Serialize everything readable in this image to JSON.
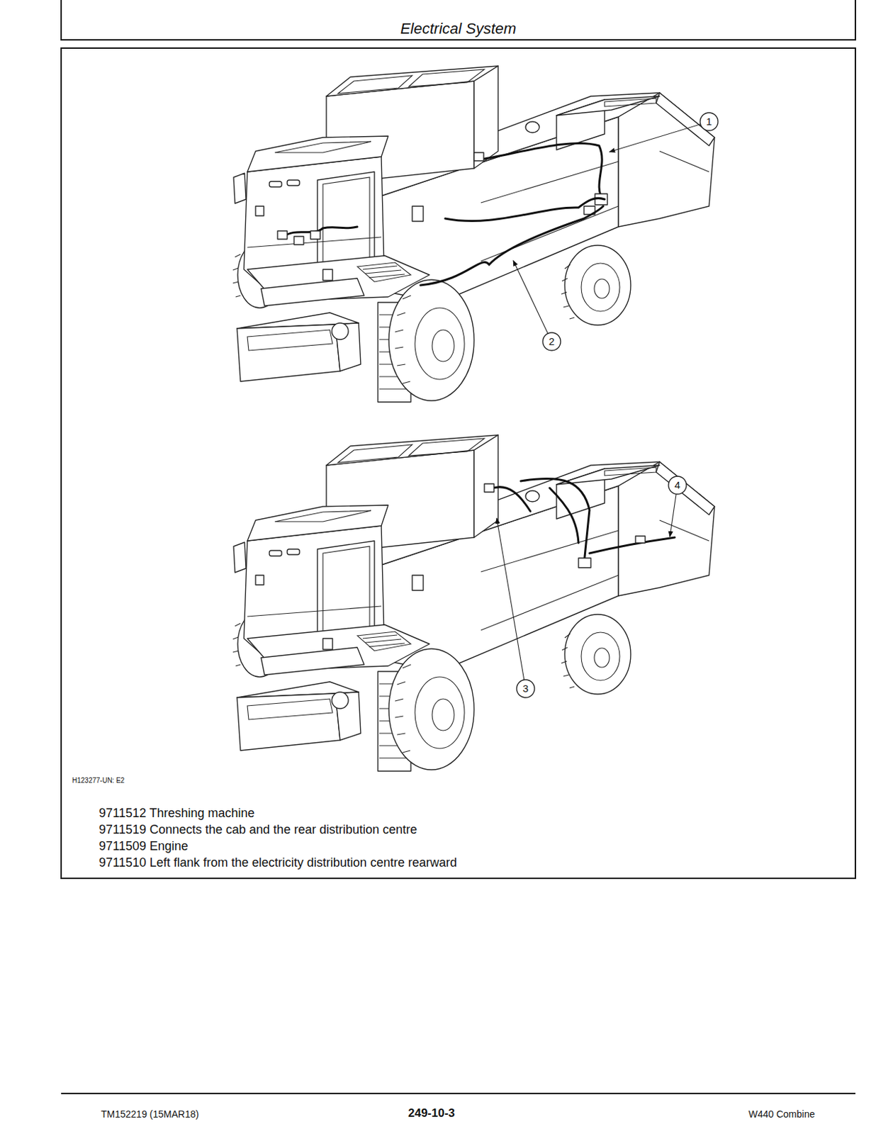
{
  "diagram": {
    "title": "Electrical System",
    "labels": [
      "1",
      "2",
      "3",
      "4",
      "H123277-UN: E2",
      "9711512 Threshing machine",
      "9711519 Connects the cab and the rear distribution centre",
      "9711509 Engine",
      "9711510 Left flank from the electricity distribution centre rearward",
      "TM152219 (15MAR18)",
      "249-10-3",
      "W440 Combine"
    ]
  }
}
